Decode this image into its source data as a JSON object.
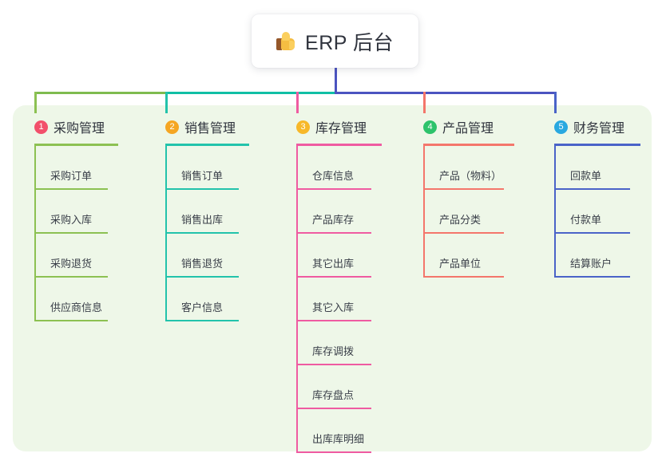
{
  "root": {
    "icon": "thumbs-up-icon",
    "title": "ERP 后台"
  },
  "theme": {
    "panel_bg": "#eef7e8",
    "page_bg": "#ffffff",
    "root_stem": "#4b54c0",
    "text": "#2f333d",
    "leaf_text": "#3a3f49"
  },
  "trunk": {
    "segments": [
      {
        "name": "segment-green",
        "color": "#7ebb4f"
      },
      {
        "name": "segment-teal",
        "color": "#10bfa5"
      },
      {
        "name": "segment-blue",
        "color": "#4b54c0"
      }
    ]
  },
  "columns": [
    {
      "index": "1",
      "title": "采购管理",
      "badge_color": "#f2506b",
      "line_color": "#8cc152",
      "items": [
        {
          "label": "采购订单"
        },
        {
          "label": "采购入库"
        },
        {
          "label": "采购退货"
        },
        {
          "label": "供应商信息"
        }
      ]
    },
    {
      "index": "2",
      "title": "销售管理",
      "badge_color": "#f5a623",
      "line_color": "#22c3ab",
      "items": [
        {
          "label": "销售订单"
        },
        {
          "label": "销售出库"
        },
        {
          "label": "销售退货"
        },
        {
          "label": "客户信息"
        }
      ]
    },
    {
      "index": "3",
      "title": "库存管理",
      "badge_color": "#f7b829",
      "line_color": "#ef5ba1",
      "items": [
        {
          "label": "仓库信息"
        },
        {
          "label": "产品库存"
        },
        {
          "label": "其它出库"
        },
        {
          "label": "其它入库"
        },
        {
          "label": "库存调拨"
        },
        {
          "label": "库存盘点"
        },
        {
          "label": "出库库明细"
        }
      ]
    },
    {
      "index": "4",
      "title": "产品管理",
      "badge_color": "#2dc36b",
      "line_color": "#f4766b",
      "items": [
        {
          "label": "产品（物料）"
        },
        {
          "label": "产品分类"
        },
        {
          "label": "产品单位"
        }
      ]
    },
    {
      "index": "5",
      "title": "财务管理",
      "badge_color": "#29a8e0",
      "line_color": "#4a63c8",
      "items": [
        {
          "label": "回款单"
        },
        {
          "label": "付款单"
        },
        {
          "label": "结算账户"
        }
      ]
    }
  ]
}
